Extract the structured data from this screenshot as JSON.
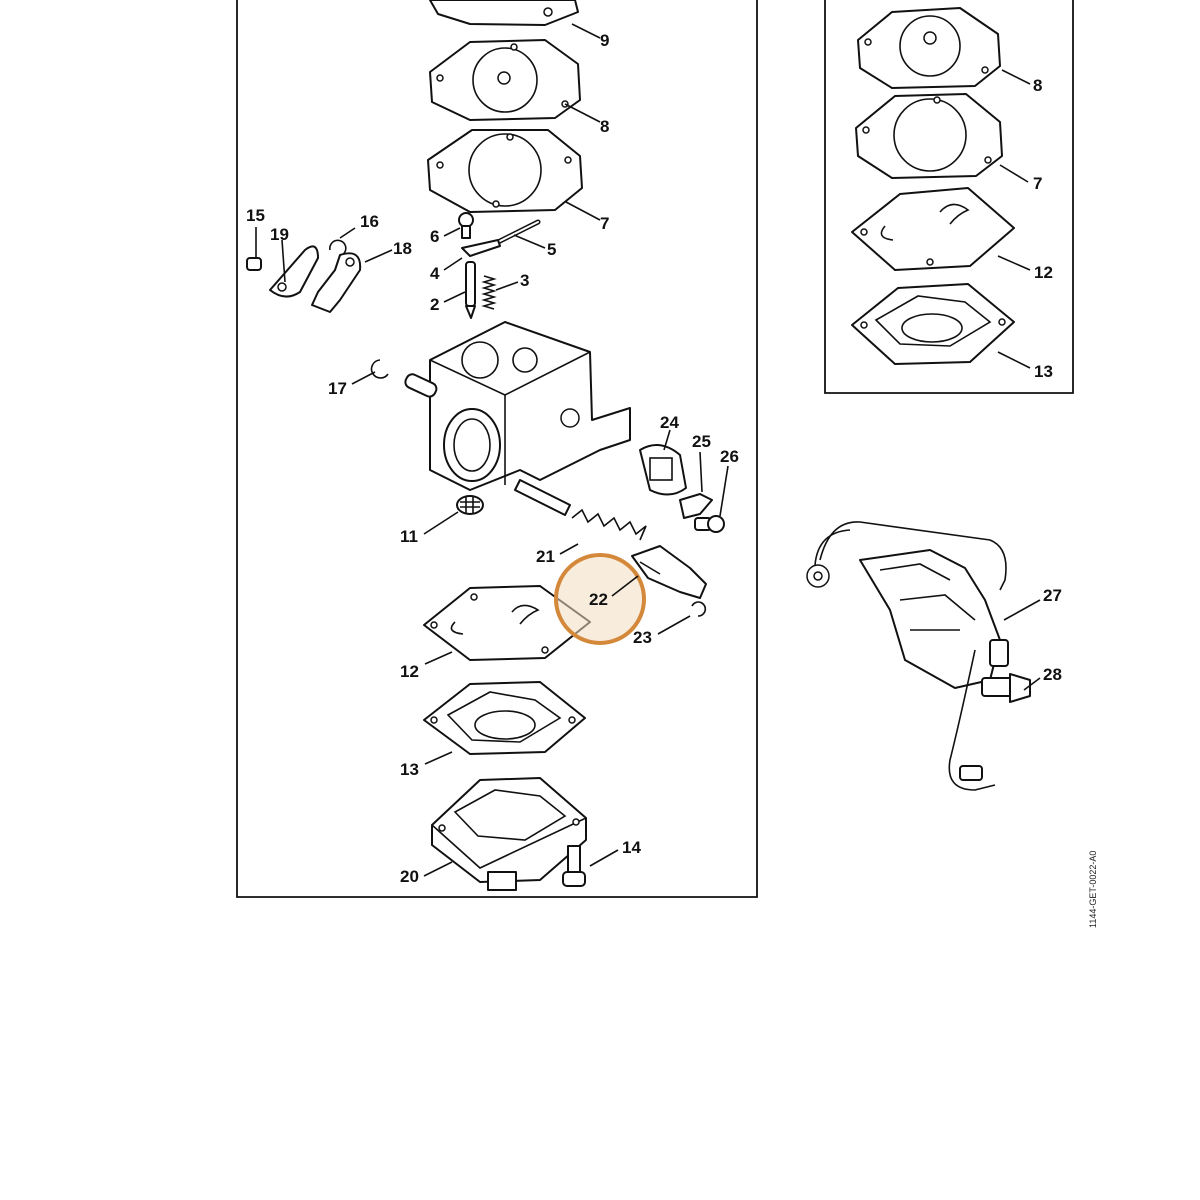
{
  "document_id": "1144-GET-0022-A0",
  "highlight": {
    "part": "22",
    "color": "#d4883a"
  },
  "callouts": {
    "c1": "9",
    "c2": "8",
    "c3": "7",
    "c4": "15",
    "c5": "19",
    "c6": "16",
    "c7": "18",
    "c8": "6",
    "c9": "5",
    "c10": "4",
    "c11": "3",
    "c12": "2",
    "c13": "17",
    "c14": "24",
    "c15": "25",
    "c16": "26",
    "c17": "11",
    "c18": "21",
    "c19": "22",
    "c20": "23",
    "c21": "12",
    "c22": "13",
    "c23": "20",
    "c24": "14",
    "c25": "8",
    "c26": "7",
    "c27": "12",
    "c28": "13",
    "c29": "27",
    "c30": "28"
  }
}
